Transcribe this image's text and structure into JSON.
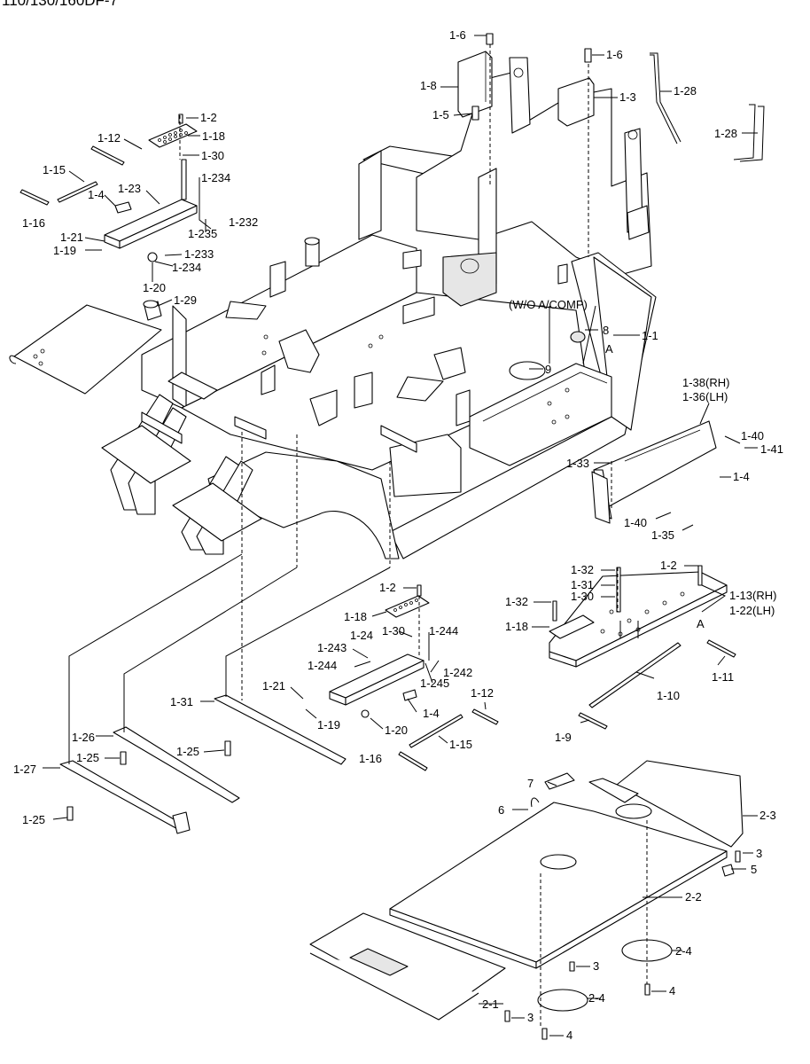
{
  "title": "110/130/160DF-7",
  "labels": {
    "l1_6a": "1-6",
    "l1_6b": "1-6",
    "l1_8": "1-8",
    "l1_5": "1-5",
    "l1_3": "1-3",
    "l1_28a": "1-28",
    "l1_28b": "1-28",
    "l1_2a": "1-2",
    "l1_12a": "1-12",
    "l1_18a": "1-18",
    "l1_30a": "1-30",
    "l1_15a": "1-15",
    "l1_234a": "1-234",
    "l1_16a": "1-16",
    "l1_4a": "1-4",
    "l1_23": "1-23",
    "l1_232": "1-232",
    "l1_235": "1-235",
    "l1_21a": "1-21",
    "l1_19a": "1-19",
    "l1_233": "1-233",
    "l1_234b": "1-234",
    "l1_20a": "1-20",
    "l1_29": "1-29",
    "wo_acomp": "(W/O A/COMP)",
    "l8": "8",
    "l1_1": "1-1",
    "lA1": "A",
    "l9": "9",
    "l1_38": "1-38(RH)",
    "l1_36": "1-36(LH)",
    "l1_40a": "1-40",
    "l1_41": "1-41",
    "l1_33": "1-33",
    "l1_4b": "1-4",
    "l1_40b": "1-40",
    "l1_35": "1-35",
    "l1_2b": "1-2",
    "l1_32a": "1-32",
    "l1_31a": "1-31",
    "l1_30b": "1-30",
    "l1_32b": "1-32",
    "l1_13": "1-13(RH)",
    "l1_22": "1-22(LH)",
    "l1_18b": "1-18",
    "lA2": "A",
    "l1_2c": "1-2",
    "l1_18c": "1-18",
    "l1_30c": "1-30",
    "l1_244a": "1-244",
    "l1_24": "1-24",
    "l1_243": "1-243",
    "l1_244b": "1-244",
    "l1_242": "1-242",
    "l1_245": "1-245",
    "l1_21b": "1-21",
    "l1_12b": "1-12",
    "l1_10": "1-10",
    "l1_11": "1-11",
    "l1_31b": "1-31",
    "l1_19b": "1-19",
    "l1_4c": "1-4",
    "l1_20b": "1-20",
    "l1_15b": "1-15",
    "l1_9": "1-9",
    "l1_26": "1-26",
    "l1_25a": "1-25",
    "l1_25b": "1-25",
    "l1_16b": "1-16",
    "l1_27": "1-27",
    "l1_25c": "1-25",
    "l7": "7",
    "l6": "6",
    "l2_3": "2-3",
    "l3a": "3",
    "l5": "5",
    "l2_2": "2-2",
    "l2_4a": "2-4",
    "l3b": "3",
    "l4a": "4",
    "l2_1": "2-1",
    "l2_4b": "2-4",
    "l3c": "3",
    "l4b": "4"
  }
}
